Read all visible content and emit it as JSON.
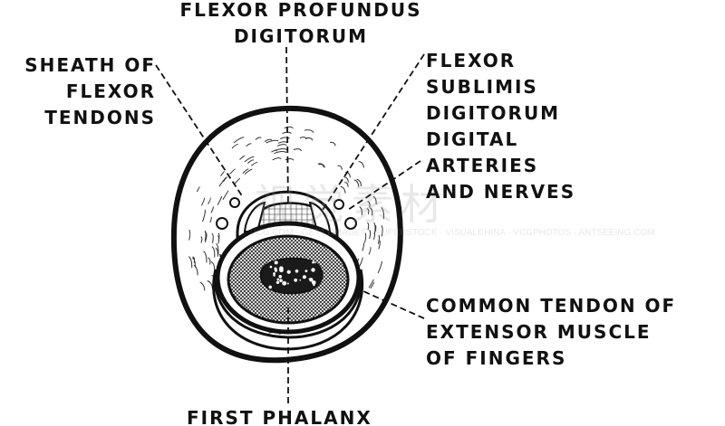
{
  "labels": {
    "flexor_profundus": [
      "FLEXOR PROFUNDUS",
      "DIGITORUM"
    ],
    "sheath": [
      "SHEATH OF",
      "FLEXOR",
      "TENDONS"
    ],
    "flexor_sublimis": [
      "FLEXOR",
      "SUBLIMIS",
      "DIGITORUM"
    ],
    "digital_arteries": [
      "DIGITAL",
      "ARTERIES",
      "AND NERVES"
    ],
    "common_tendon": [
      "COMMON TENDON OF",
      "EXTENSOR MUSCLE",
      "OF FINGERS"
    ],
    "first_phalanx": "FIRST PHALANX"
  },
  "watermark": {
    "cjk": "视觉素材",
    "latin": "VCG.COM · GETTYIMAGES · SUPERSTOCK · VISUALCHINA · VCGPHOTOS · ANTSEEING.COM"
  }
}
